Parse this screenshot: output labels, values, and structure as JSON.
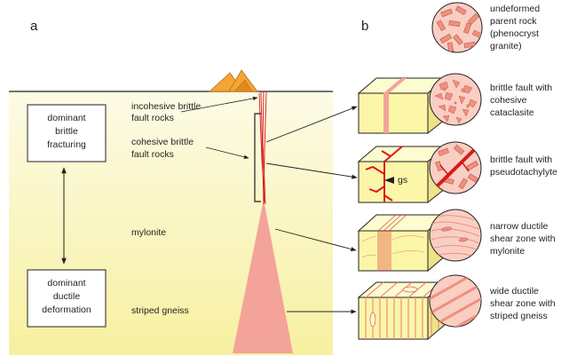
{
  "panel_a": {
    "letter": "a",
    "box_upper": [
      "dominant",
      "brittle",
      "fracturing"
    ],
    "box_lower": [
      "dominant",
      "ductile",
      "deformation"
    ],
    "label_incohesive": [
      "incohesive brittle",
      "fault rocks"
    ],
    "label_cohesive": [
      "cohesive brittle",
      "fault rocks"
    ],
    "label_mylonite": "mylonite",
    "label_gneiss": "striped gneiss"
  },
  "panel_b": {
    "letter": "b",
    "gs_label": "gs",
    "captions": [
      [
        "undeformed",
        "parent rock",
        "(phenocryst",
        "granite)"
      ],
      [
        "brittle fault with",
        "cohesive",
        "cataclasite"
      ],
      [
        "brittle fault with",
        "pseudotachylyte"
      ],
      [
        "narrow ductile",
        "shear zone with",
        "mylonite"
      ],
      [
        "wide ductile",
        "shear zone with",
        "striped gneiss"
      ]
    ]
  },
  "colors": {
    "crust_top": "#fdfbe6",
    "crust_bottom": "#f7f0a0",
    "block_face": "#fbf6a8",
    "block_top": "#fdfbd0",
    "block_side": "#eee28a",
    "fault_pink": "#f4a39a",
    "fault_red": "#d7191c",
    "circle_fill": "#f9cfc3",
    "crystal": "#f08f80",
    "volcano": "#f4a532"
  }
}
